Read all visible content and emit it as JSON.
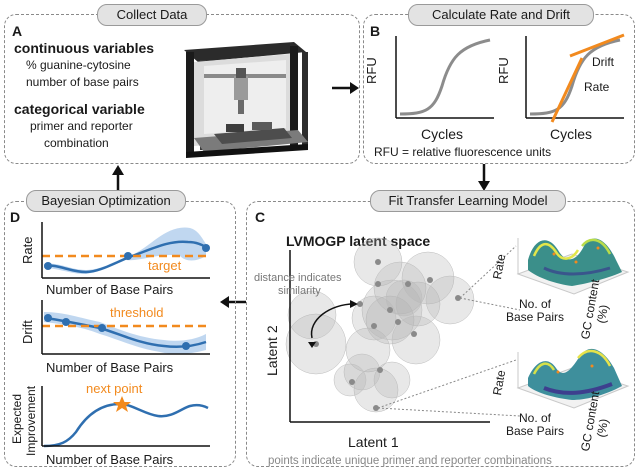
{
  "panelA": {
    "title": "Collect Data",
    "letter": "A",
    "cont_heading": "continuous variables",
    "cont_items": [
      "% guanine-cytosine",
      "number of base pairs"
    ],
    "cat_heading": "categorical variable",
    "cat_items": [
      "primer and reporter",
      "combination"
    ]
  },
  "panelB": {
    "title": "Calculate Rate and Drift",
    "letter": "B",
    "ylabel": "RFU",
    "xlabel": "Cycles",
    "drift_label": "Drift",
    "rate_label": "Rate",
    "footnote": "RFU = relative fluorescence units"
  },
  "panelC": {
    "title": "Fit Transfer Learning Model",
    "letter": "C",
    "latent_title": "LVMOGP latent space",
    "distance_note": [
      "distance indicates",
      "similarity"
    ],
    "xlabel": "Latent 1",
    "ylabel": "Latent 2",
    "surface_rate": "Rate",
    "surface_x": [
      "No. of",
      "Base Pairs"
    ],
    "surface_y": [
      "GC content",
      "(%)"
    ],
    "footnote": "points indicate unique primer and reporter combinations"
  },
  "panelD": {
    "title": "Bayesian Optimization",
    "letter": "D",
    "rate_label": "Rate",
    "target_label": "target",
    "drift_label": "Drift",
    "threshold_label": "threshold",
    "ei_label": [
      "Expected",
      "Improvement"
    ],
    "next_label": "next point",
    "xlabel": "Number of Base Pairs"
  },
  "colors": {
    "accent": "#f28a1e",
    "blue": "#2f6fb0",
    "band": "#b9d3ee",
    "gray_curve": "#8c8c8c"
  }
}
